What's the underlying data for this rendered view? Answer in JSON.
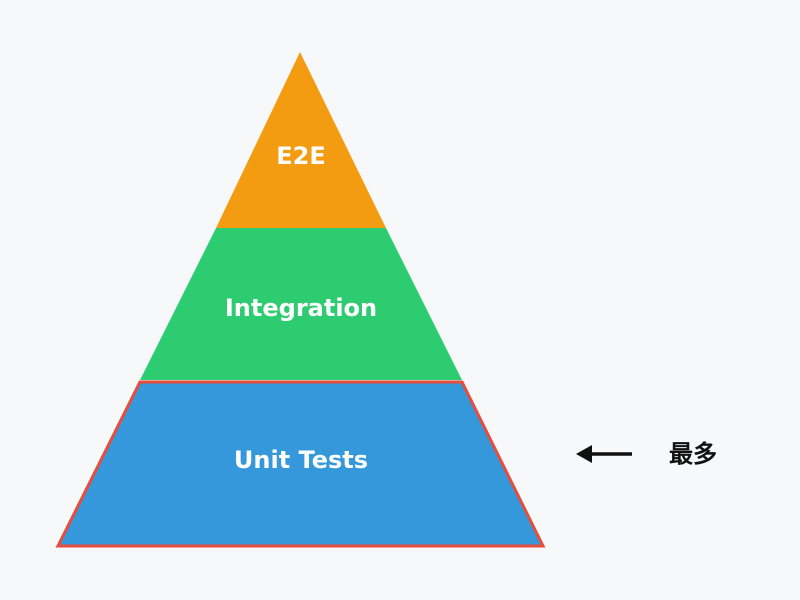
{
  "pyramid": {
    "layers": [
      {
        "id": "e2e",
        "label": "E2E",
        "color": "#f39c12"
      },
      {
        "id": "integration",
        "label": "Integration",
        "color": "#2ecc71"
      },
      {
        "id": "unit",
        "label": "Unit Tests",
        "color": "#3498db"
      }
    ],
    "highlight_color": "#e74c3c"
  },
  "callout": {
    "label": "最多",
    "color": "#111111"
  }
}
